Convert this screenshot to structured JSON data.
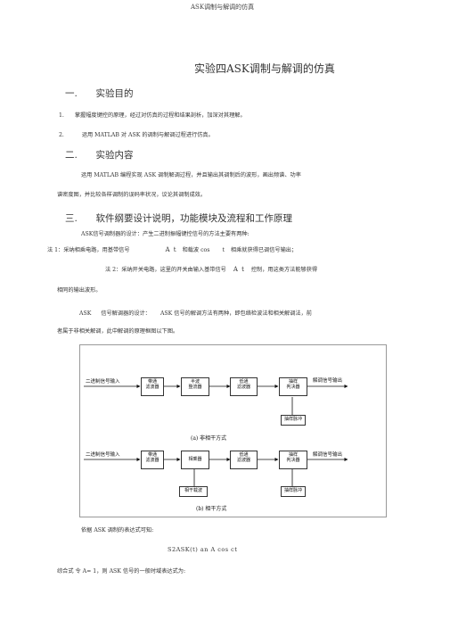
{
  "header": "ASK调制与解调的仿真",
  "title": "实验四ASK调制与解调的仿真",
  "sections": {
    "s1": {
      "num": "一.",
      "label": "实验目的"
    },
    "s2": {
      "num": "二.",
      "label": "实验内容"
    },
    "s3": {
      "num": "三.",
      "label": "软件纲要设计说明，功能模块及流程和工作原理"
    }
  },
  "goals": [
    {
      "num": "1.",
      "text": "掌握幅度键控的原理，经过对仿真的过程和结果剖析，加深对其理解。"
    },
    {
      "num": "2.",
      "text": "运用 MATLAB 对 ASK 的调制与解调过程进行仿真。"
    }
  ],
  "content": [
    "运用 MATLAB 编程实现 ASK 调制解调过程，并且输出其调制后的波形，画出频谱、功率",
    "谱密度图，并比较各样调制的误码率状况，议论其调制成效。"
  ],
  "principle": {
    "p1": "ASK信号调制器的设计：产生二进制振幅键控信号的方法主要有两种:",
    "p2a": "法 1：采纳相乘电路，用基带信号",
    "p2b": "A t",
    "p2c": "和载波 cos",
    "p2d": "t",
    "p2e": "相乘就获得已调信号输出；",
    "p3a": "法 2：采纳开关电路，这里的开关由输入基带信号",
    "p3b": "A t",
    "p3c": "控制，用这类方法能够获得",
    "p4": "相同的输出波形。",
    "p5a": "ASK",
    "p5b": "信号解调器的设计：",
    "p5c": "ASK 信号的解调方法有两种，即包络检波法和相关解调法，前",
    "p6": "者属于非相关解调，此中解调的原理框图以下图。"
  },
  "diagram": {
    "a": {
      "input": "二进制信号输入",
      "blocks": [
        "带通\n滤波器",
        "半波\n整流器",
        "低通\n滤波器",
        "抽样\n判决器"
      ],
      "output": "解调信号输出",
      "clock": "抽样脉冲",
      "caption": "(a) 非相干方式"
    },
    "b": {
      "input": "二进制信号输入",
      "blocks": [
        "带通\n滤波器",
        "相乘器",
        "低通\n滤波器",
        "抽样\n判决器"
      ],
      "output": "解调信号输出",
      "carrier": "相干载波",
      "clock": "抽样脉冲",
      "caption": "(b) 相干方式"
    }
  },
  "formula_intro": "依据 ASK 调制的表达式可知:",
  "formula": "S2ASK(t)  an  A cos  ct",
  "last_line": "综合式   令  A=  1，则  ASK 信号的一般时域表达式为:"
}
